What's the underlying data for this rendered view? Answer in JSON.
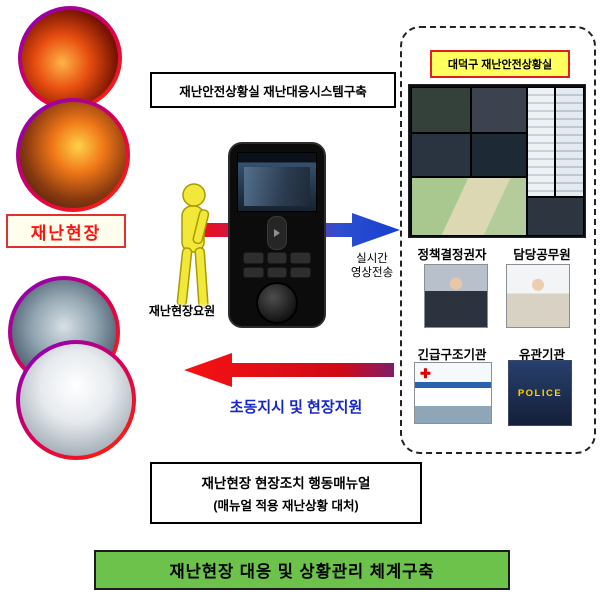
{
  "header": {
    "system_box": "재난안전상황실 재난대응시스템구축"
  },
  "left": {
    "disaster_site_label": "재난현장",
    "field_agent_label": "재난현장요원"
  },
  "flow": {
    "realtime_line1": "실시간",
    "realtime_line2": "영상전송",
    "field_support_label": "초동지시 및 현장지원"
  },
  "control_room": {
    "title": "대덕구 재난안전상황실",
    "groups": [
      {
        "left_label": "정책결정권자",
        "right_label": "담당공무원"
      },
      {
        "left_label": "긴급구조기관",
        "right_label": "유관기관"
      }
    ],
    "police_sign": "POLICE",
    "medical_cross": "✚"
  },
  "manual": {
    "line1": "재난현장 현장조치 행동매뉴얼",
    "line2": "(매뉴얼 적용 재난상황 대처)"
  },
  "footer": {
    "banner": "재난현장 대응 및 상황관리 체계구축"
  },
  "colors": {
    "banner_green": "#6cc24a",
    "alert_red": "#e02020",
    "flow_blue": "#1626c8",
    "highlight_yellow": "#ffff5e"
  }
}
